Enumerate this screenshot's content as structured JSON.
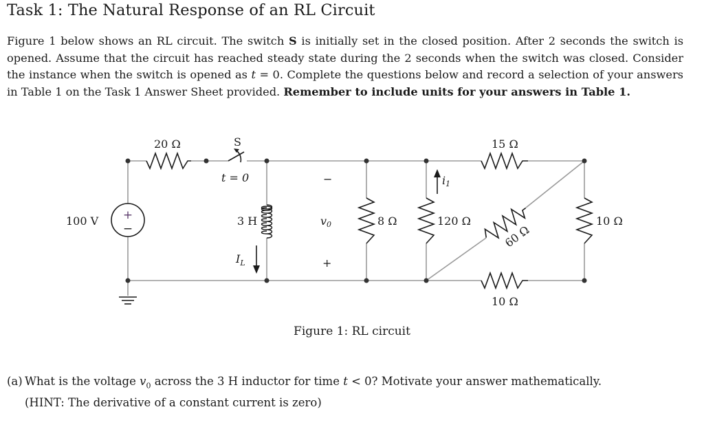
{
  "document": {
    "title": "Task 1: The Natural Response of an RL Circuit",
    "paragraph": {
      "part1": "Figure 1 below shows an RL circuit. The switch ",
      "switch_name": "S",
      "part2": " is initially set in the closed position. After 2 seconds the switch is opened. Assume that the circuit has reached steady state during the 2 seconds when the switch was closed. Consider the instance when the switch is opened as ",
      "t_var": "t",
      "part3": " = 0. Complete the questions below and record a selection of your answers in Table  1 on the Task 1 Answer Sheet provided. ",
      "bold_reminder": "Remember to include units for your answers in Table  1."
    },
    "figure_caption": "Figure 1: RL circuit",
    "question_a": {
      "label": "(a)",
      "text1": "What is the voltage ",
      "var": "v",
      "var_sub": "0",
      "text2": " across the 3 H inductor for time ",
      "t_var": "t",
      "text3": " < 0? Motivate your answer mathematically.",
      "hint": "(HINT: The derivative of a constant current is zero)"
    }
  },
  "circuit": {
    "source_label": "100 V",
    "source_plus": "+",
    "source_minus": "−",
    "r_20": "20 Ω",
    "switch_label": "S",
    "switch_time": "t = 0",
    "inductor_label": "3 H",
    "il_label": "I",
    "il_sub": "L",
    "v0_minus": "−",
    "v0_label": "v",
    "v0_sub": "0",
    "v0_plus": "+",
    "r_8": "8 Ω",
    "i1_label": "i",
    "i1_sub": "1",
    "r_120": "120 Ω",
    "r_15": "15 Ω",
    "r_60": "60 Ω",
    "r_10_right": "10 Ω",
    "r_10_bottom": "10 Ω"
  }
}
